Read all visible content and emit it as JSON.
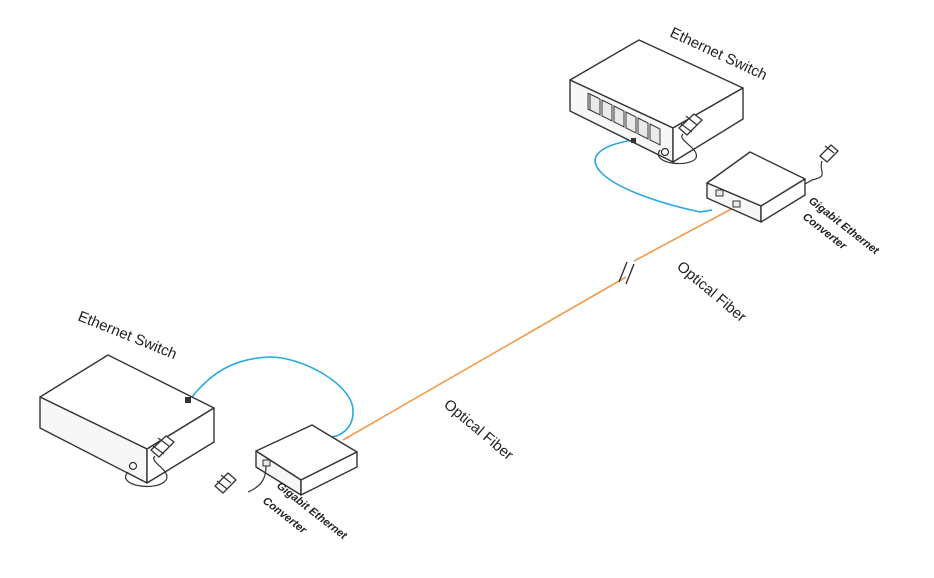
{
  "labels": {
    "switch_top": "Ethernet Switch",
    "switch_bottom": "Ethernet Switch",
    "converter_top_line1": "Gigabit Ethernet",
    "converter_top_line2": "Converter",
    "converter_bottom_line1": "Gigabit Ethernet",
    "converter_bottom_line2": "Converter",
    "fiber_upper": "Optical Fiber",
    "fiber_lower": "Optical Fiber"
  },
  "colors": {
    "ethernet_cable": "#29a8e0",
    "optical_fiber": "#f39a4c",
    "outline": "#333333"
  },
  "icons": {
    "power_adapter": "power-plug-icon",
    "fiber_break": "cable-break-icon"
  }
}
